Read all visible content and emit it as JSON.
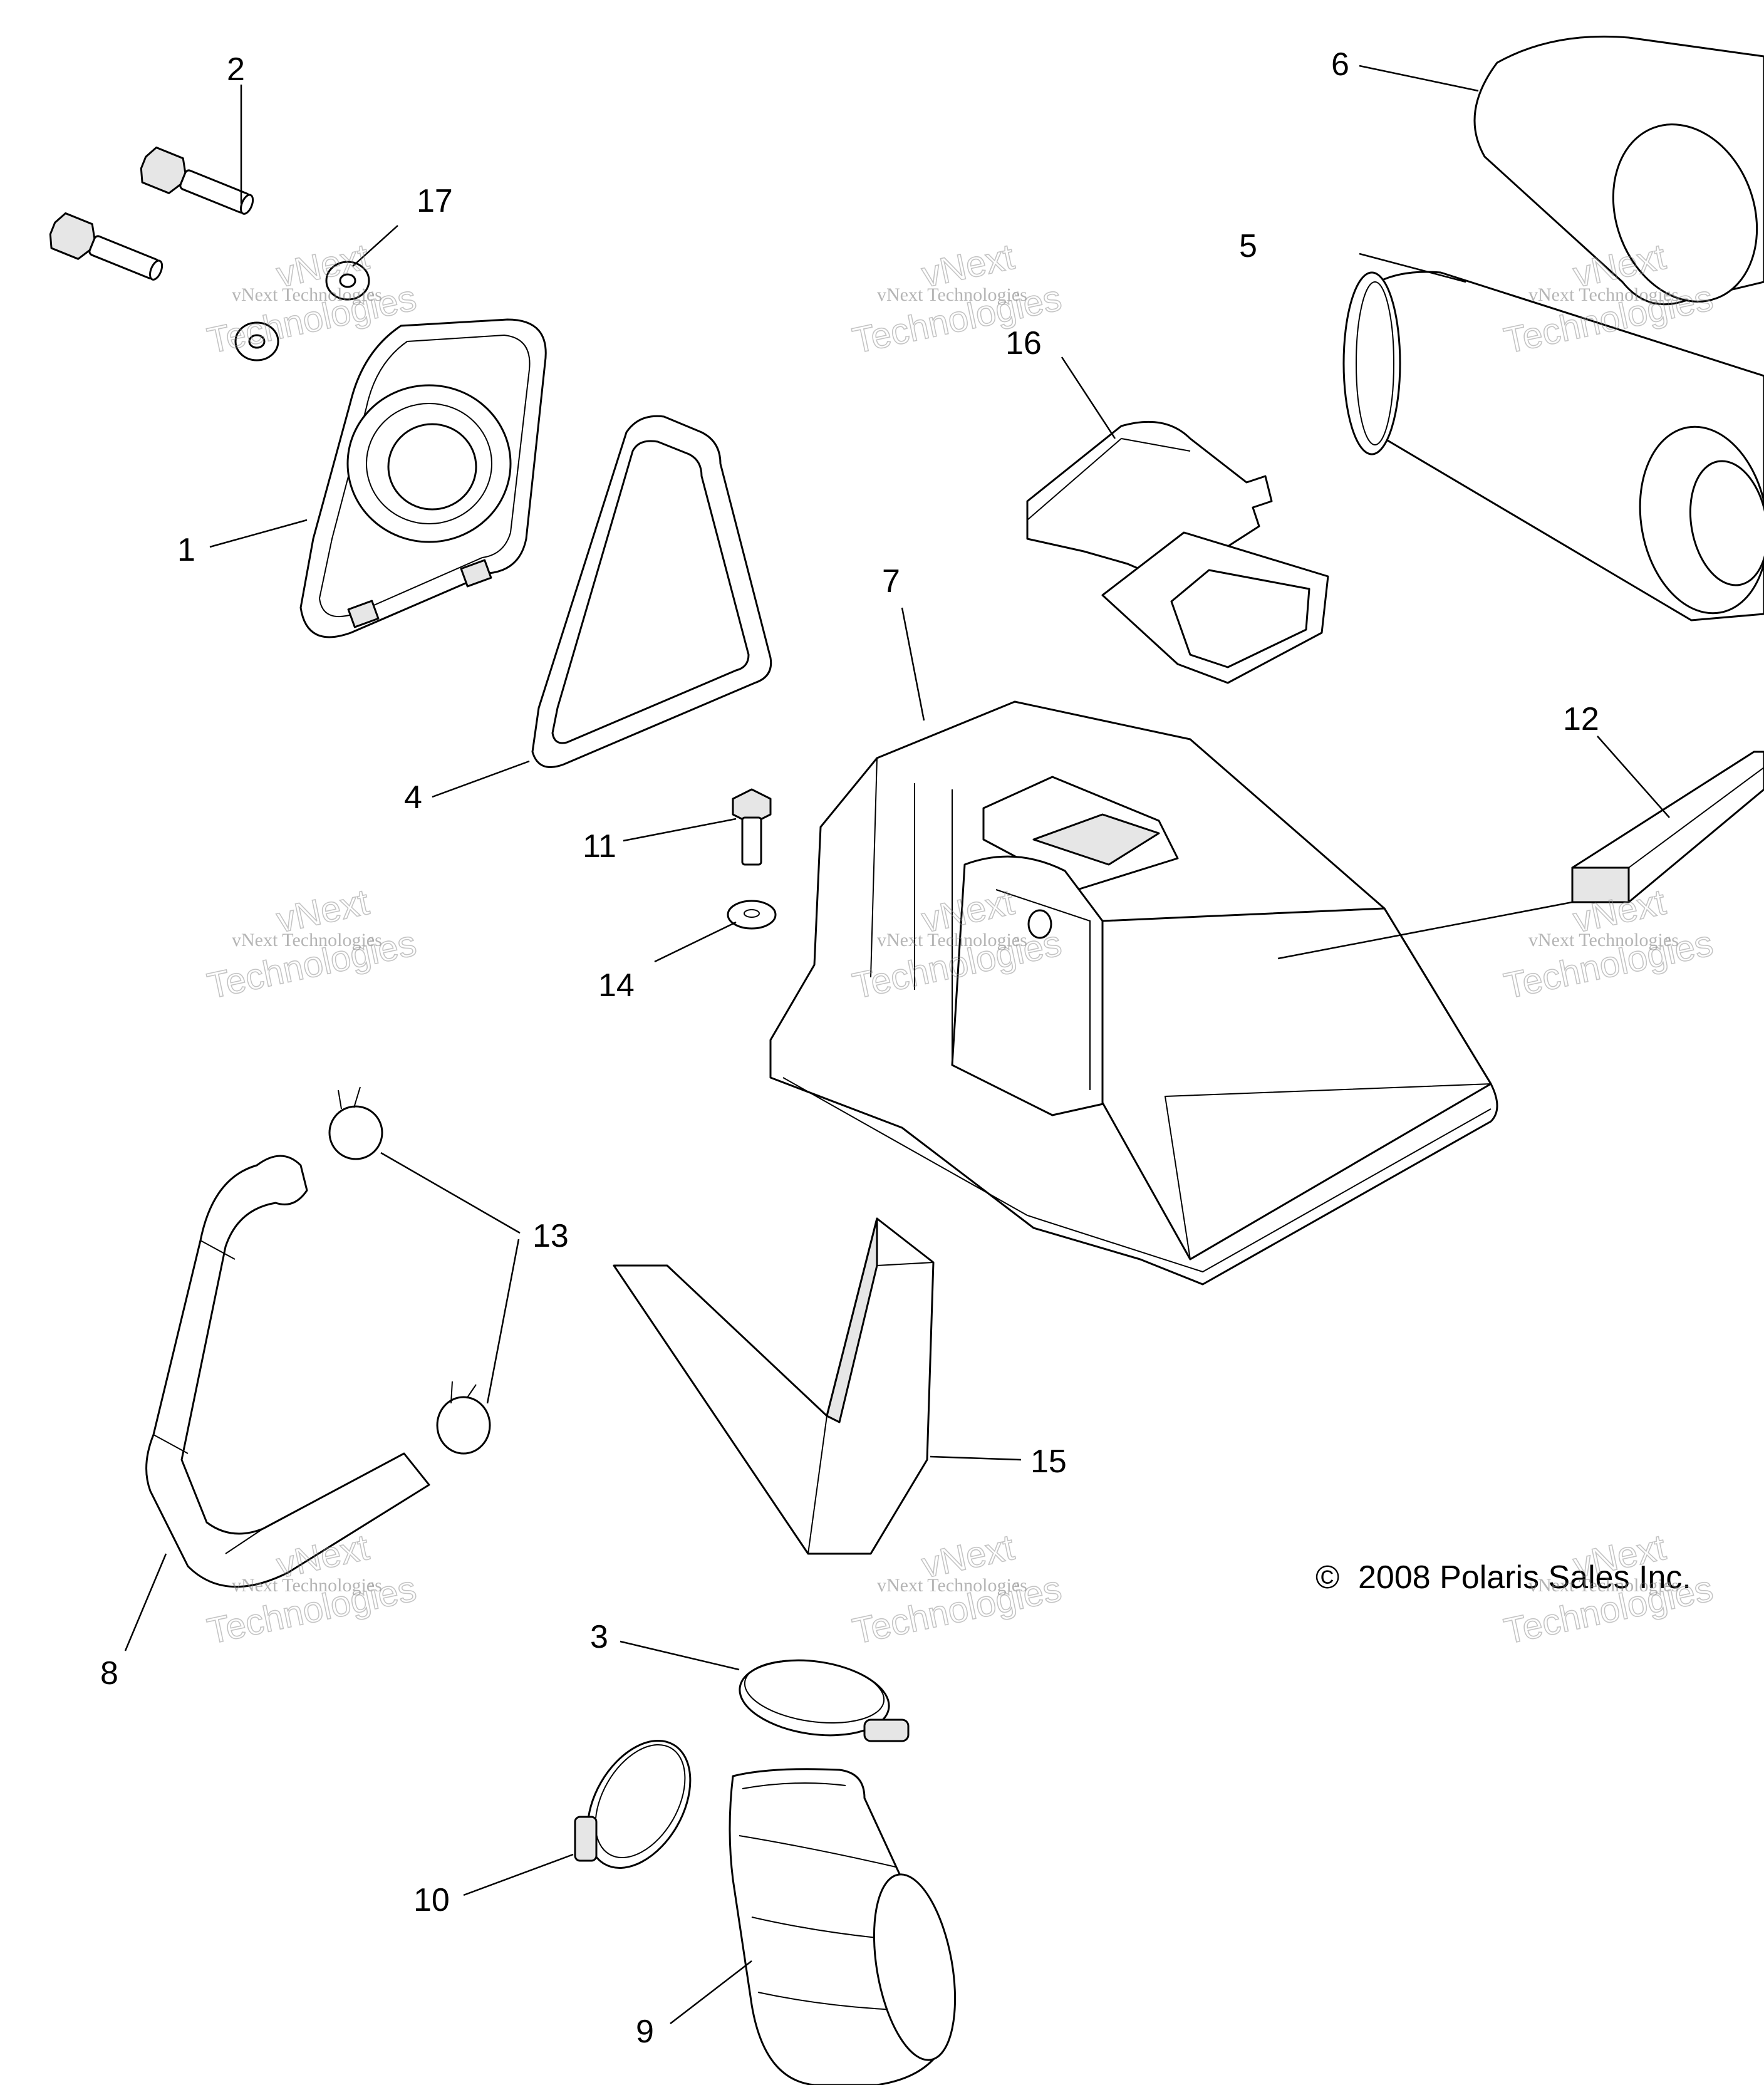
{
  "callouts": {
    "c1": "1",
    "c2": "2",
    "c3": "3",
    "c4": "4",
    "c5": "5",
    "c6": "6",
    "c7": "7",
    "c8": "8",
    "c9": "9",
    "c10": "10",
    "c11": "11",
    "c12": "12",
    "c13": "13",
    "c14": "14",
    "c15": "15",
    "c16": "16",
    "c17": "17"
  },
  "copyright": "2008 Polaris Sales Inc.",
  "copyright_symbol": "©",
  "watermark": {
    "line1": "vNext",
    "line2": "vNext Technologies",
    "line3": "Technologies"
  }
}
